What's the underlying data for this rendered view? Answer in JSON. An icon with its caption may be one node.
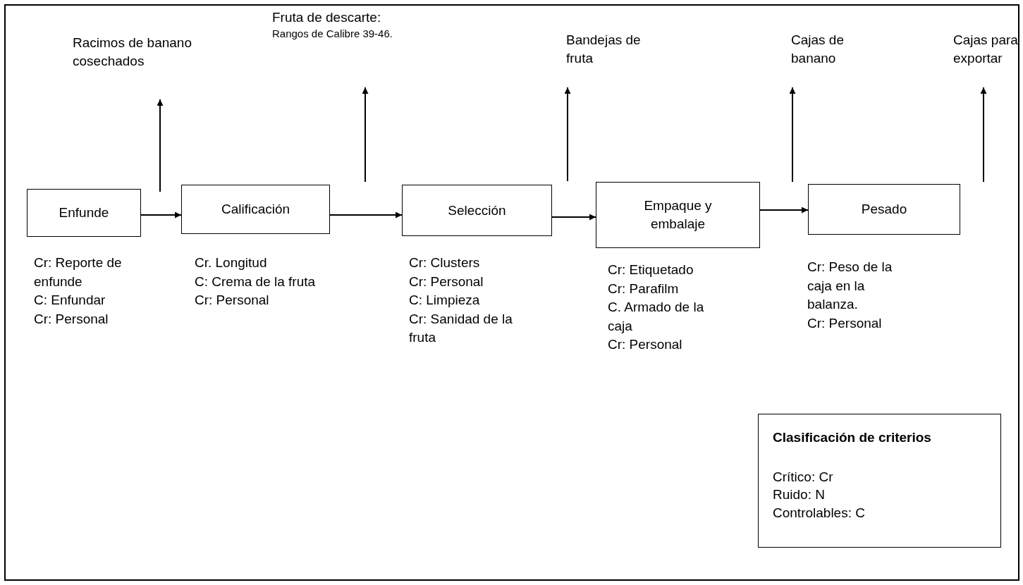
{
  "diagram": {
    "nodes": [
      {
        "text": [
          "Enfunde"
        ],
        "beside": [
          "Cr: Reporte de enfunde",
          "C: Enfundar",
          "Cr: Personal"
        ]
      },
      {
        "text": [
          "Calificación"
        ],
        "beside": [
          "Cr. Longitud",
          "C: Crema de la fruta",
          "Cr: Personal"
        ]
      },
      {
        "text": [
          "Selección"
        ],
        "beside": [
          "Cr: Clusters",
          "Cr: Personal",
          "C: Limpieza",
          "Cr: Sanidad de la fruta"
        ]
      },
      {
        "text": [
          "Empaque y embalaje"
        ],
        "beside": [
          "Cr: Etiquetado",
          "Cr: Parafilm",
          "C. Armado de la caja",
          "Cr: Personal"
        ]
      },
      {
        "text": [
          "Pesado"
        ],
        "beside": [
          "Cr: Peso de la caja en la balanza.",
          "Cr: Personal"
        ]
      },
      {
        "text": [
          "Racimos de banano cosechados"
        ]
      },
      {
        "text": [
          "Fruta de descarte:",
          "Rangos de Calibre 39-46."
        ]
      },
      {
        "text": [
          "Bandejas de fruta"
        ]
      },
      {
        "text": [
          "Cajas de banano"
        ]
      },
      {
        "text": [
          "Cajas para exportar"
        ]
      },
      {
        "text": [
          "Clasificación de criterios",
          "Crítico: Cr",
          "Ruido: N",
          "Controlables: C"
        ]
      }
    ],
    "edges": [
      {
        "from": 0,
        "to": 1,
        "arrow": "to"
      },
      {
        "from": 1,
        "to": 2,
        "arrow": "to"
      },
      {
        "from": 2,
        "to": 3,
        "arrow": "to"
      },
      {
        "from": 3,
        "to": 4,
        "arrow": "to"
      },
      {
        "from": null,
        "to": 5,
        "arrow": "to"
      },
      {
        "from": null,
        "to": 6,
        "arrow": "to"
      },
      {
        "from": null,
        "to": 7,
        "arrow": "to"
      },
      {
        "from": null,
        "to": 8,
        "arrow": "to"
      },
      {
        "from": null,
        "to": 9,
        "arrow": "to"
      }
    ]
  }
}
